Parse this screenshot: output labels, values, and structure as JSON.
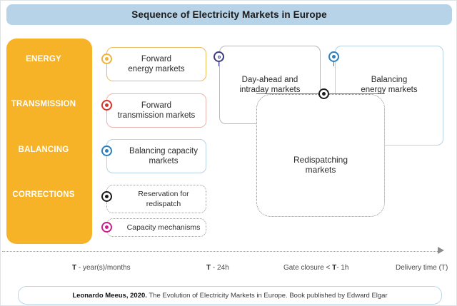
{
  "title": "Sequence of Electricity Markets in Europe",
  "categories": [
    {
      "label": "ENERGY"
    },
    {
      "label": "TRANSMISSION"
    },
    {
      "label": "BALANCING"
    },
    {
      "label": "CORRECTIONS"
    }
  ],
  "colors": {
    "title_bar": "#b7d3e8",
    "category_panel": "#f7b328",
    "category_text": "#ffffff",
    "forward_energy": "#f2b233",
    "forward_transmission": "#d8332a",
    "balancing_capacity": "#2a7fc1",
    "reservation_redispatch": "#1b1b1b",
    "capacity_mechanisms": "#cf1b8d",
    "day_ahead": "#3a3a86",
    "balancing_energy": "#2a7fc1",
    "redispatching": "#1b1b1b",
    "axis": "#9a9a9a"
  },
  "markets": [
    {
      "id": "forward-energy-markets",
      "label": "Forward\nenergy markets",
      "node_color": "#f2b233",
      "border_color": "#e9bd5c",
      "border_style": "solid"
    },
    {
      "id": "forward-transmission-markets",
      "label": "Forward\ntransmission markets",
      "node_color": "#d8332a",
      "border_color": "#e8b6ae",
      "border_style": "solid"
    },
    {
      "id": "balancing-capacity-markets",
      "label": "Balancing capacity\nmarkets",
      "node_color": "#2a7fc1",
      "border_color": "#b7d3e4",
      "border_style": "solid"
    },
    {
      "id": "reservation-for-redispatch",
      "label": "Reservation for\nredispatch",
      "node_color": "#1b1b1b",
      "border_color": "#9b9b9b",
      "border_style": "dotted"
    },
    {
      "id": "capacity-mechanisms",
      "label": "Capacity mechanisms",
      "node_color": "#cf1b8d",
      "border_color": "#9b9b9b",
      "border_style": "dotted"
    },
    {
      "id": "day-ahead-and-intraday-markets",
      "label": "Day-ahead and\nintraday markets",
      "node_color": "#3a3a86",
      "border_color": "#b9b9b9",
      "border_style": "solid"
    },
    {
      "id": "balancing-energy-markets",
      "label": "Balancing\nenergy markets",
      "node_color": "#2a7fc1",
      "border_color": "#b7d3e4",
      "border_style": "solid"
    },
    {
      "id": "redispatching-markets",
      "label": "Redispatching\nmarkets",
      "node_color": "#1b1b1b",
      "border_color": "#8f8f8f",
      "border_style": "dotted"
    }
  ],
  "timeline": {
    "ticks": [
      {
        "prefix": "T",
        "suffix": " - year(s)/months"
      },
      {
        "prefix": "T",
        "suffix": " - 24h"
      },
      {
        "prefix": "T",
        "suffix": "- 1h",
        "lead": "Gate closure < "
      },
      {
        "prefix": "",
        "suffix": "Delivery time (T)"
      }
    ]
  },
  "footer": {
    "author": "Leonardo Meeus, 2020.",
    "citation": " The Evolution of Electricity Markets in Europe. Book published by Edward Elgar"
  }
}
